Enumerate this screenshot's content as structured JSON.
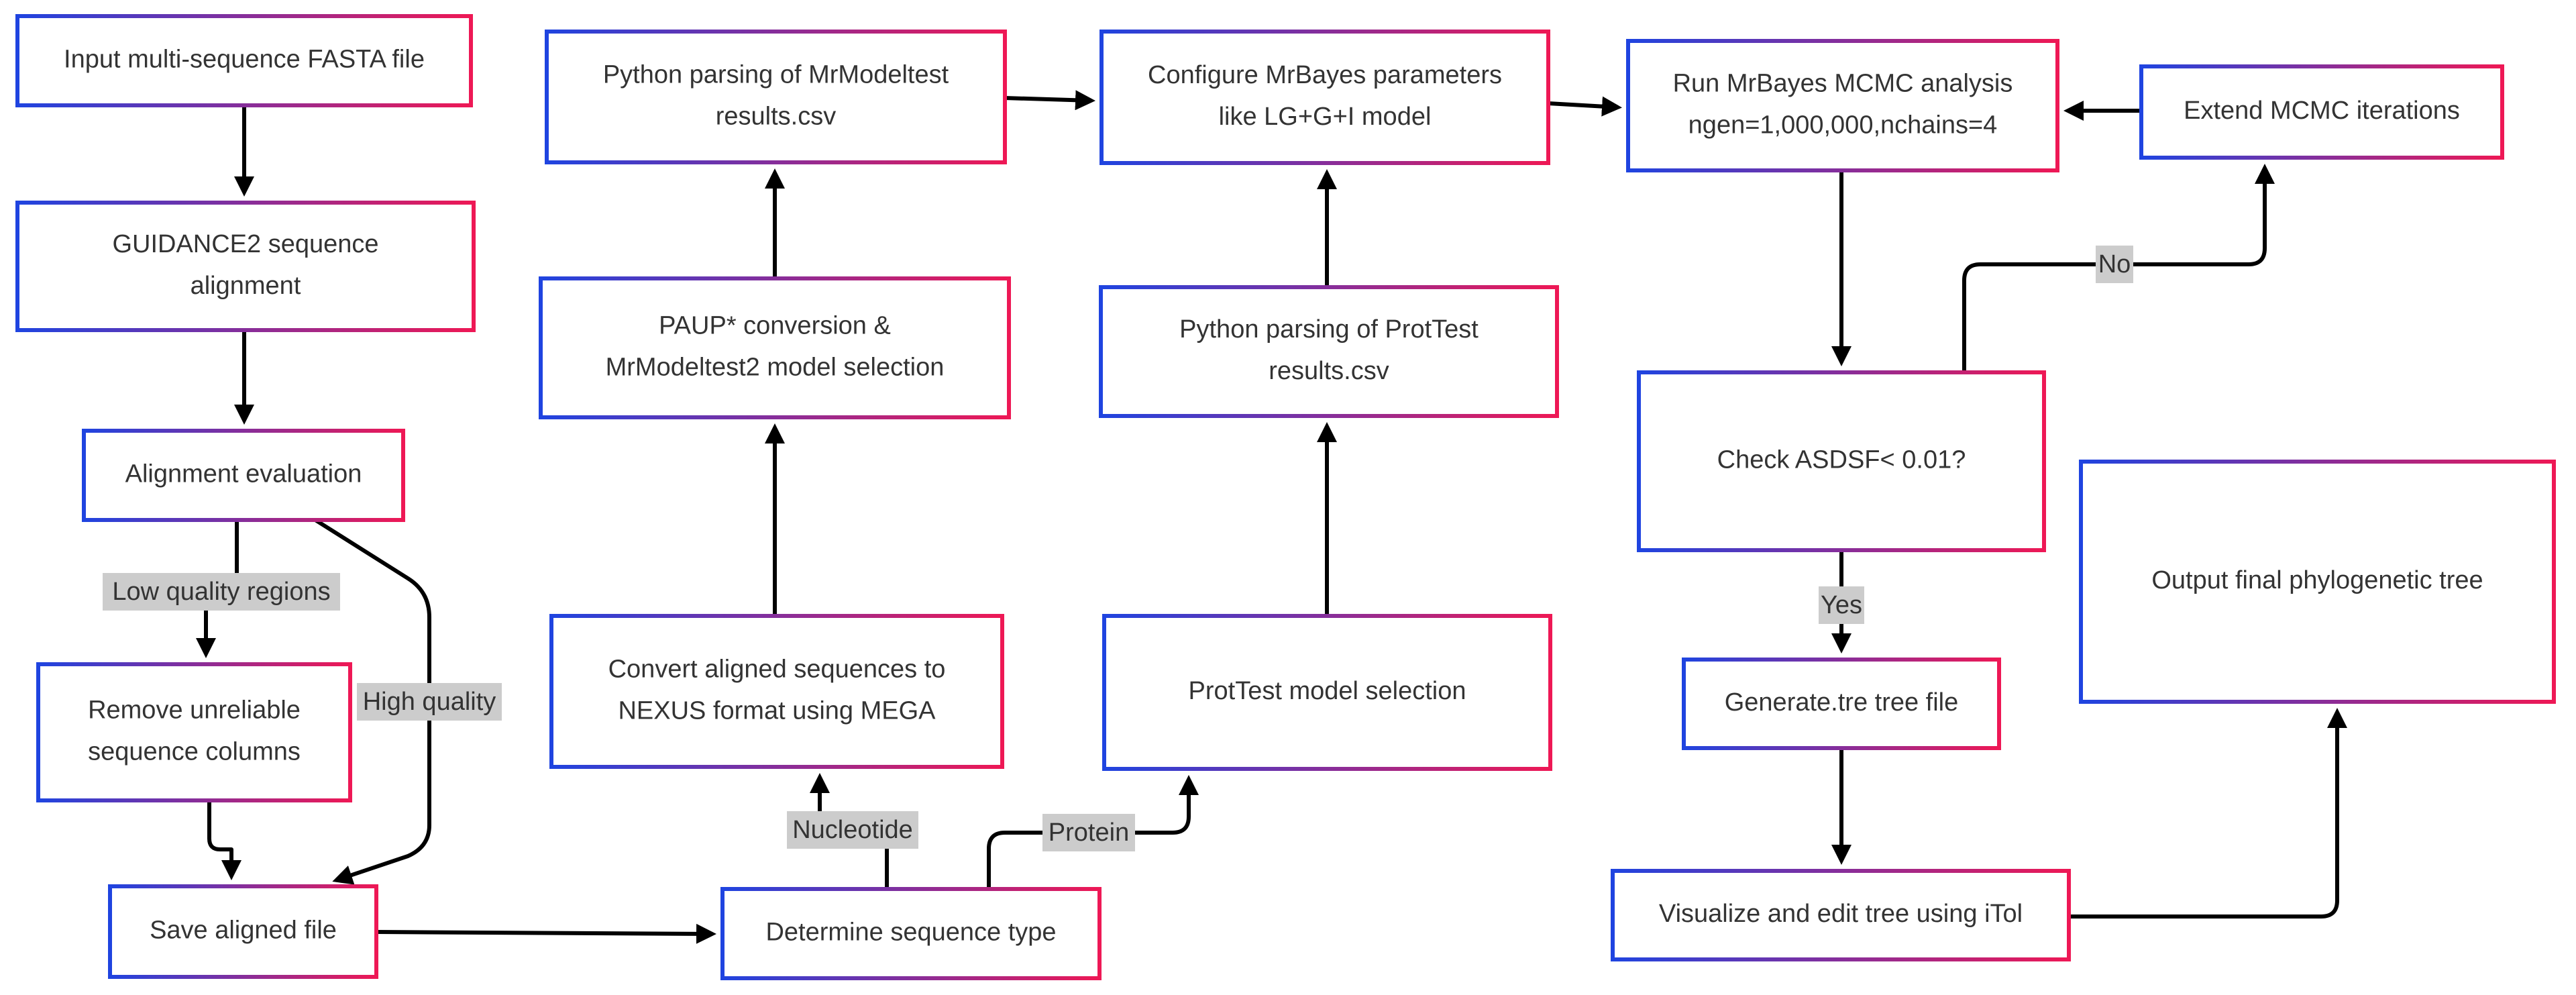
{
  "colors": {
    "border_start": "#1f44e0",
    "border_end": "#ee1855",
    "edge": "#000000",
    "label_bg": "#cccccc",
    "text": "#333333"
  },
  "nodes": {
    "input_fasta": [
      "Input multi-sequence FASTA file"
    ],
    "guidance2": [
      "GUIDANCE2 sequence",
      "alignment"
    ],
    "alignment_eval": [
      "Alignment evaluation"
    ],
    "remove_columns": [
      "Remove unreliable",
      "sequence columns"
    ],
    "save_aligned": [
      "Save aligned file"
    ],
    "determine_type": [
      "Determine sequence type"
    ],
    "convert_nexus": [
      "Convert aligned sequences to",
      "NEXUS format using MEGA"
    ],
    "paup_mrmodeltest": [
      "PAUP* conversion &",
      "MrModeltest2 model selection"
    ],
    "python_mrmodeltest": [
      "Python parsing of MrModeltest",
      "results.csv"
    ],
    "protest_selection": [
      "ProtTest model selection"
    ],
    "python_protest": [
      "Python parsing of ProtTest",
      "results.csv"
    ],
    "configure_mrbayes": [
      "Configure MrBayes parameters",
      "like LG+G+I model"
    ],
    "run_mrbayes": [
      "Run MrBayes MCMC analysis",
      "ngen=1,000,000,nchains=4"
    ],
    "extend_mcmc": [
      "Extend MCMC iterations"
    ],
    "check_asdsf": [
      "Check ASDSF< 0.01?"
    ],
    "generate_tre": [
      "Generate.tre tree file"
    ],
    "visualize_itol": [
      "Visualize and edit tree using iTol"
    ],
    "output_tree": [
      "Output final phylogenetic tree"
    ]
  },
  "edge_labels": {
    "low_quality": "Low quality regions",
    "high_quality": "High quality",
    "nucleotide": "Nucleotide",
    "protein": "Protein",
    "no": "No",
    "yes": "Yes"
  }
}
